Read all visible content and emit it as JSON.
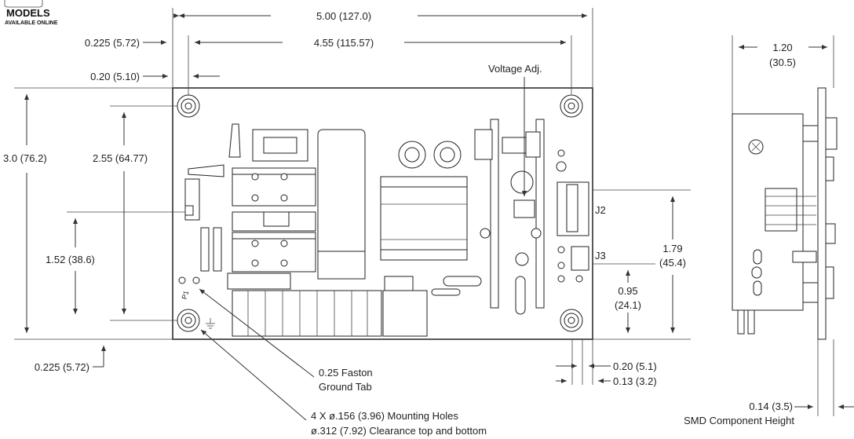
{
  "logo": {
    "title": "MODELS",
    "subtitle": "AVAILABLE ONLINE"
  },
  "dimensions": {
    "overall_width": "5.00 (127.0)",
    "hole_spacing_width": "4.55 (115.57)",
    "left_hole_offset": "0.225 (5.72)",
    "left_edge_offset": "0.20 (5.10)",
    "overall_height": "3.0 (76.2)",
    "hole_spacing_height": "2.55 (64.77)",
    "connector_height": "1.52 (38.6)",
    "bottom_hole_offset": "0.225 (5.72)",
    "j2_height": "1.79",
    "j2_height_mm": "(45.4)",
    "j3_height": "0.95",
    "j3_height_mm": "(24.1)",
    "right_offset_1": "0.20 (5.1)",
    "right_offset_2": "0.13 (3.2)",
    "side_width": "1.20",
    "side_width_mm": "(30.5)",
    "smd_height": "0.14 (3.5)"
  },
  "labels": {
    "voltage_adj": "Voltage Adj.",
    "j2": "J2",
    "j3": "J3",
    "faston_line1": "0.25 Faston",
    "faston_line2": "Ground Tab",
    "mounting_line1": "4 X ø.156 (3.96) Mounting Holes",
    "mounting_line2": "ø.312 (7.92) Clearance top and bottom",
    "smd_label": "SMD Component Height",
    "p1": "P1"
  }
}
